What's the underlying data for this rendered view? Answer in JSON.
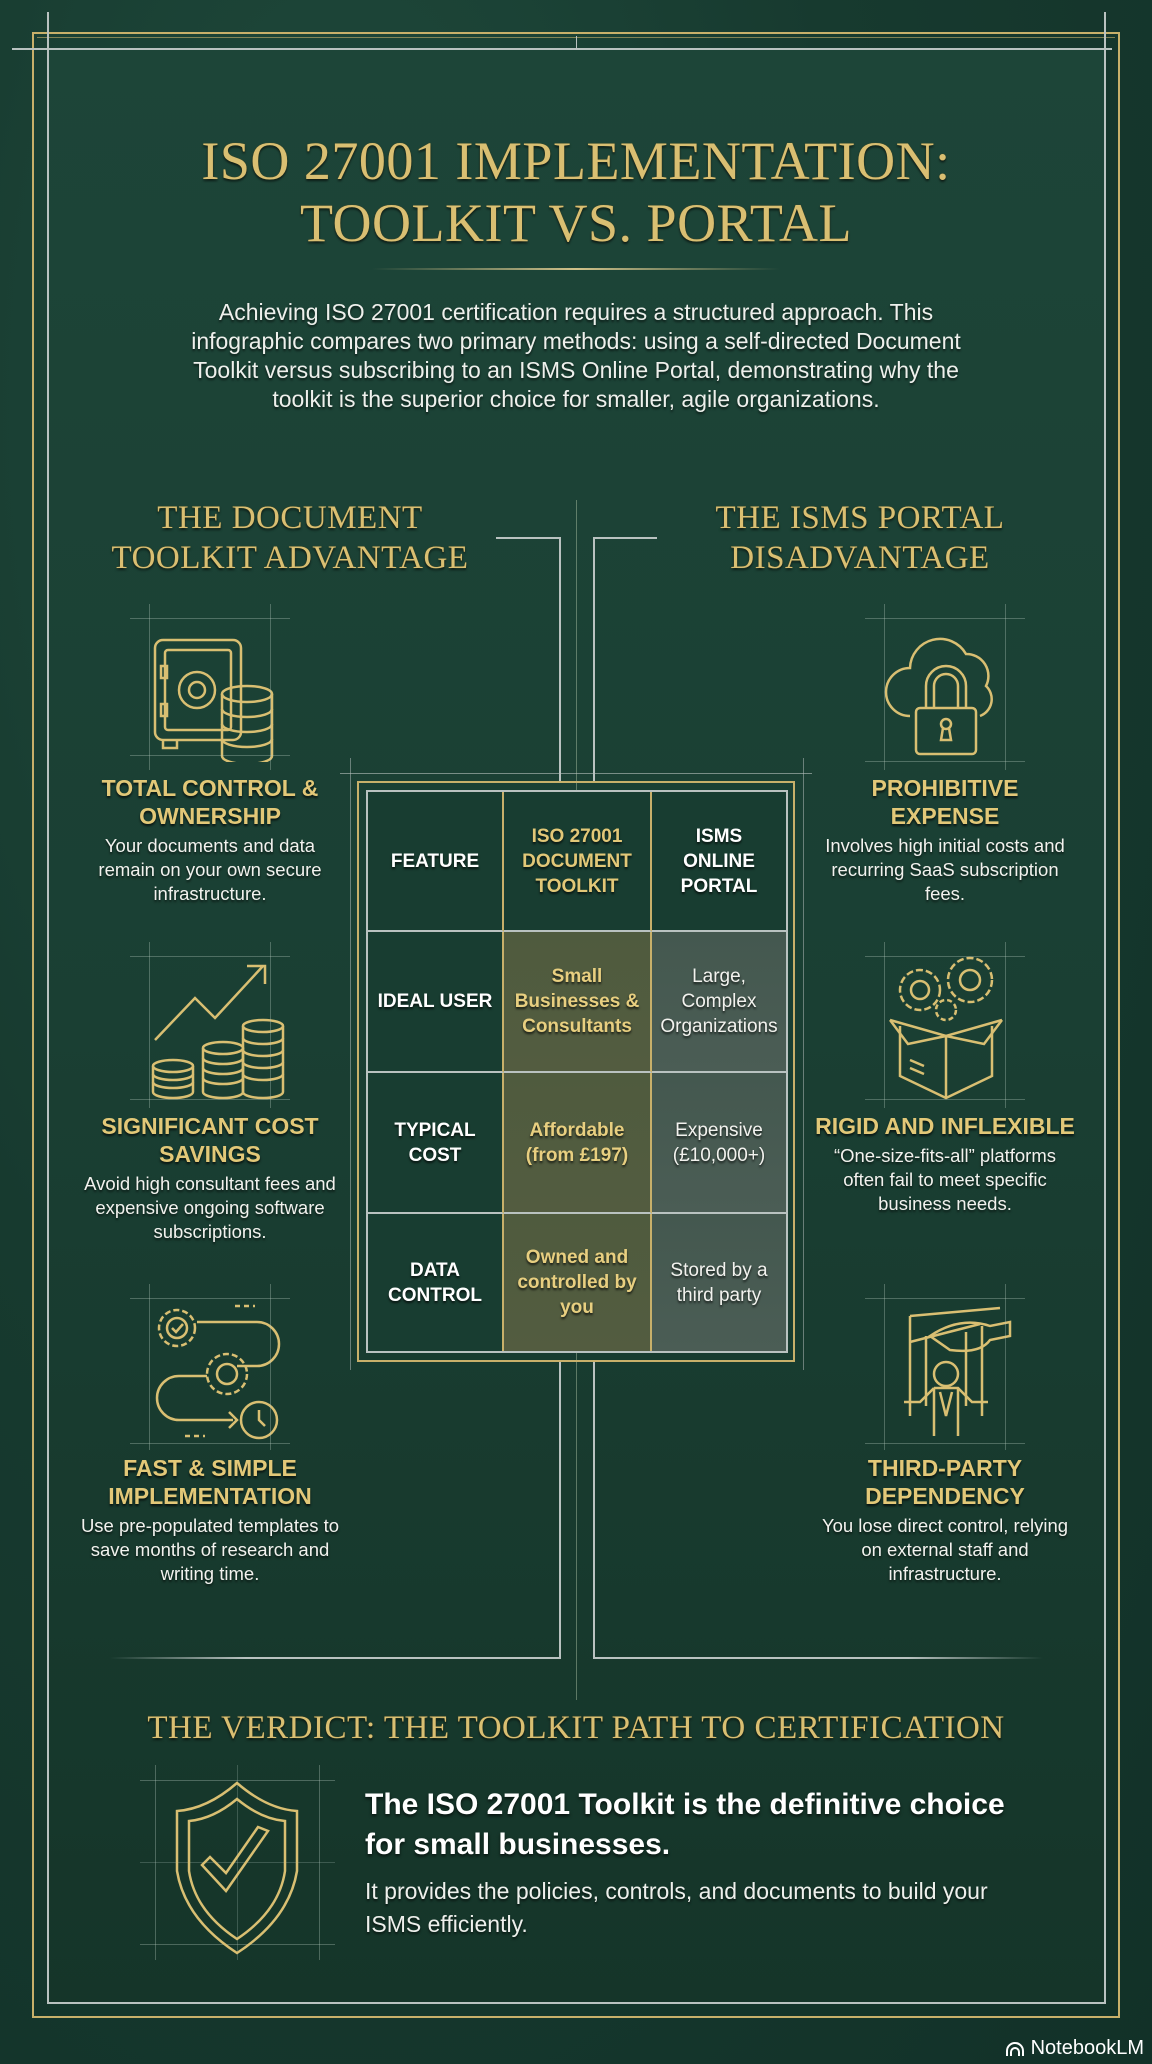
{
  "header": {
    "title_line1": "ISO 27001 IMPLEMENTATION:",
    "title_line2": "TOOLKIT VS. PORTAL",
    "intro": "Achieving ISO 27001 certification requires a structured approach. This infographic compares two primary methods: using a self-directed Document Toolkit versus subscribing to an ISMS Online Portal, demonstrating why the toolkit is the superior choice for smaller, agile organizations."
  },
  "left_column": {
    "title_line1": "THE DOCUMENT",
    "title_line2": "TOOLKIT ADVANTAGE",
    "items": [
      {
        "icon": "safe-database-icon",
        "title": "TOTAL CONTROL & OWNERSHIP",
        "text": "Your documents and data remain on your own secure infrastructure."
      },
      {
        "icon": "coins-growth-icon",
        "title": "SIGNIFICANT COST SAVINGS",
        "text": "Avoid high consultant fees and expensive ongoing software subscriptions."
      },
      {
        "icon": "gears-clock-icon",
        "title": "FAST & SIMPLE IMPLEMENTATION",
        "text": "Use pre-populated templates to save months of research and writing time."
      }
    ]
  },
  "right_column": {
    "title_line1": "THE ISMS PORTAL",
    "title_line2": "DISADVANTAGE",
    "items": [
      {
        "icon": "cloud-lock-icon",
        "title": "PROHIBITIVE EXPENSE",
        "text": "Involves high initial costs and recurring SaaS subscription fees."
      },
      {
        "icon": "box-gears-icon",
        "title": "RIGID AND INFLEXIBLE",
        "text": "“One-size-fits-all” platforms often fail to meet specific business needs."
      },
      {
        "icon": "puppet-hand-icon",
        "title": "THIRD-PARTY DEPENDENCY",
        "text": "You lose direct control, relying on external staff and infrastructure."
      }
    ]
  },
  "comparison_table": {
    "headers": [
      "FEATURE",
      "ISO 27001 DOCUMENT TOOLKIT",
      "ISMS ONLINE PORTAL"
    ],
    "rows": [
      {
        "feature": "IDEAL USER",
        "toolkit": "Small Businesses & Consultants",
        "portal": "Large, Complex Organizations"
      },
      {
        "feature": "TYPICAL COST",
        "toolkit": "Affordable (from £197)",
        "portal": "Expensive (£10,000+)"
      },
      {
        "feature": "DATA CONTROL",
        "toolkit": "Owned and controlled by you",
        "portal": "Stored by a third party"
      }
    ]
  },
  "verdict": {
    "title": "THE VERDICT: THE TOOLKIT PATH TO CERTIFICATION",
    "icon": "shield-check-icon",
    "headline": "The ISO 27001 Toolkit is the definitive choice for small businesses.",
    "body": "It provides the policies, controls, and documents to build your ISMS efficiently."
  },
  "watermark": {
    "label": "NotebookLM",
    "icon": "notebooklm-logo-icon"
  },
  "colors": {
    "background": "#1a3f33",
    "gold": "#c8b06a",
    "gold_text": "#e2c878",
    "silver": "#b9c2c0",
    "toolkit_cell": "#535c40",
    "portal_cell": "#4b5d55"
  }
}
